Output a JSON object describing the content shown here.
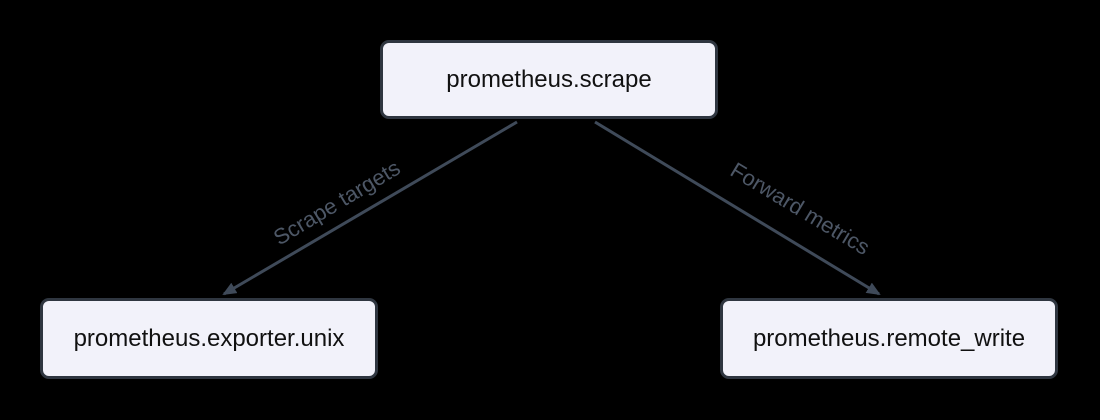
{
  "diagram": {
    "type": "flowchart",
    "direction": "top-down",
    "colors": {
      "background": "#000000",
      "node_fill": "#f2f2fa",
      "node_border": "#2f3640",
      "node_text_color": "#111111",
      "edge_color": "#3f4a59",
      "edge_label_color": "#4d5766"
    },
    "nodes": [
      {
        "id": "scrape",
        "label": "prometheus.scrape"
      },
      {
        "id": "exporter",
        "label": "prometheus.exporter.unix"
      },
      {
        "id": "remote_write",
        "label": "prometheus.remote_write"
      }
    ],
    "edges": [
      {
        "from": "scrape",
        "to": "exporter",
        "label": "Scrape targets"
      },
      {
        "from": "scrape",
        "to": "remote_write",
        "label": "Forward metrics"
      }
    ]
  }
}
